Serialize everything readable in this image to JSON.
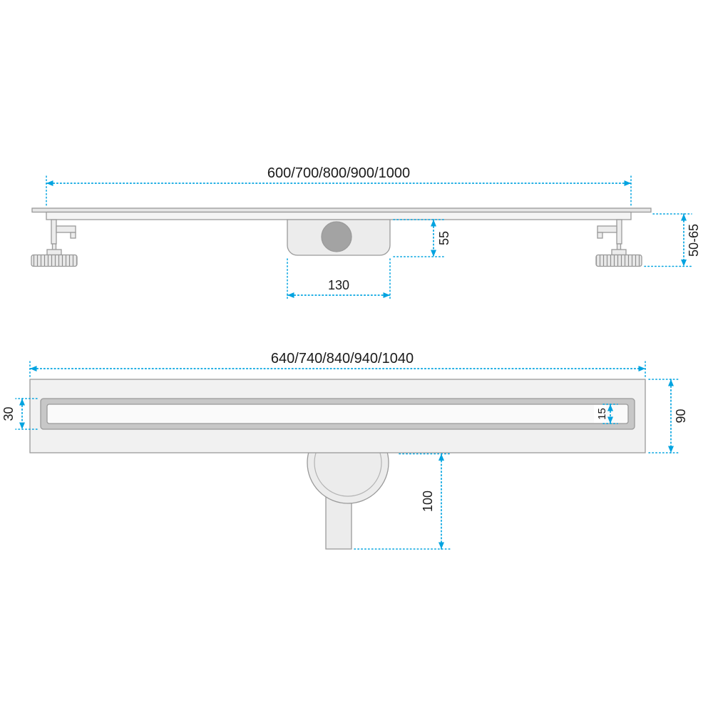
{
  "drawing": {
    "top_view": {
      "length_label": "600/700/800/900/1000",
      "trap_width_label": "130",
      "trap_height_label": "55",
      "foot_height_label": "50-65"
    },
    "bottom_view": {
      "length_label": "640/740/840/940/1040",
      "channel_width_label": "30",
      "slot_width_label": "15",
      "flange_width_label": "90",
      "outlet_drop_label": "100"
    }
  },
  "colors": {
    "dimension_line": "#00a3e0",
    "drawing_line": "#9a9a9a",
    "fill_light": "#ececec",
    "fill_medium": "#c7c7c7",
    "text": "#1a1a1a",
    "background": "#ffffff"
  }
}
